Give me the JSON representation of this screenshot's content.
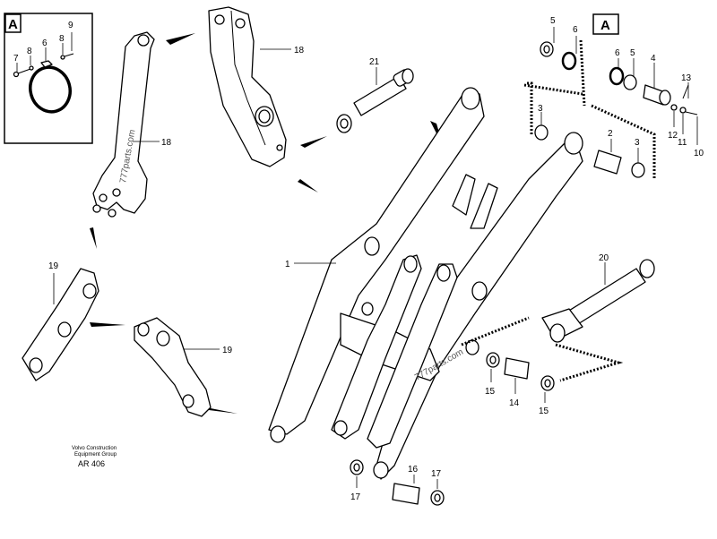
{
  "labels": {
    "l1": "1",
    "l2": "2",
    "l3a": "3",
    "l3b": "3",
    "l4": "4",
    "l5a": "5",
    "l5b": "5",
    "l6a": "6",
    "l6b": "6",
    "l6c": "6",
    "l7": "7",
    "l8a": "8",
    "l8b": "8",
    "l9": "9",
    "l10": "10",
    "l11": "11",
    "l12": "12",
    "l13": "13",
    "l14": "14",
    "l15a": "15",
    "l15b": "15",
    "l16": "16",
    "l17a": "17",
    "l17b": "17",
    "l18a": "18",
    "l18b": "18",
    "l19a": "19",
    "l19b": "19",
    "l20": "20",
    "l21": "21"
  },
  "detail_boxes": {
    "detail_left": "A",
    "detail_right": "A"
  },
  "caption": {
    "line1": "Volvo Construction",
    "line2": "Equipment Group",
    "code": "AR 406"
  },
  "watermarks": {
    "wm1": "777parts.com",
    "wm2": "777parts.com"
  }
}
